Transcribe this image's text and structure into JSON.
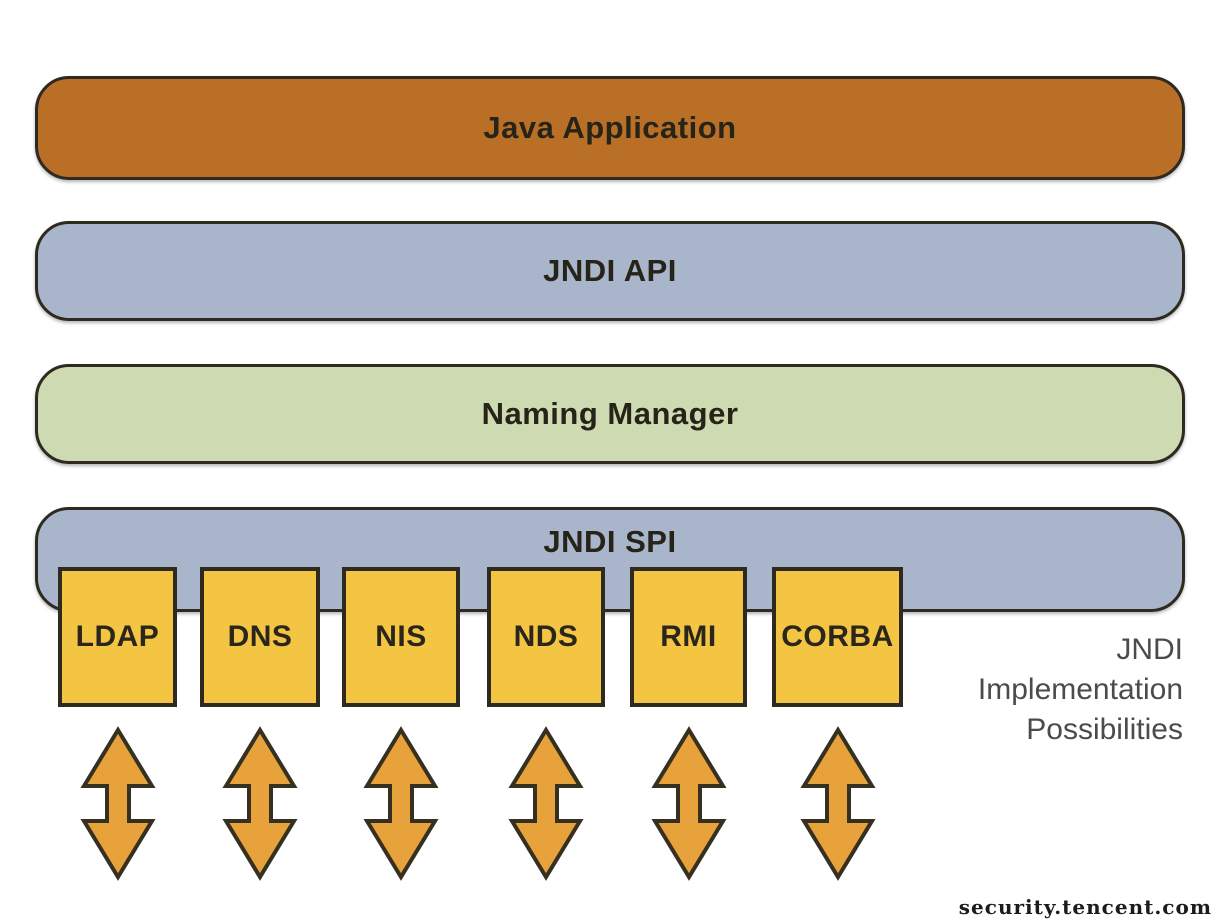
{
  "diagram": {
    "layers": [
      {
        "id": "java-application",
        "label": "Java Application",
        "fill": "#b96f26"
      },
      {
        "id": "jndi-api",
        "label": "JNDI API",
        "fill": "#a9b5ca"
      },
      {
        "id": "naming-manager",
        "label": "Naming Manager",
        "fill": "#cedab2"
      },
      {
        "id": "jndi-spi",
        "label": "JNDI SPI",
        "fill": "#a9b5ca"
      }
    ],
    "providers": [
      {
        "label": "LDAP"
      },
      {
        "label": "DNS"
      },
      {
        "label": "NIS"
      },
      {
        "label": "NDS"
      },
      {
        "label": "RMI"
      },
      {
        "label": "CORBA"
      }
    ],
    "side_note": {
      "line1": "JNDI",
      "line2": "Implementation",
      "line3": "Possibilities"
    },
    "watermark": "security.tencent.com",
    "colors": {
      "provider_box": "#f4c443",
      "arrow": "#e8a23c",
      "border": "#2e2a20",
      "side_note_text": "#4b4b4b"
    }
  }
}
